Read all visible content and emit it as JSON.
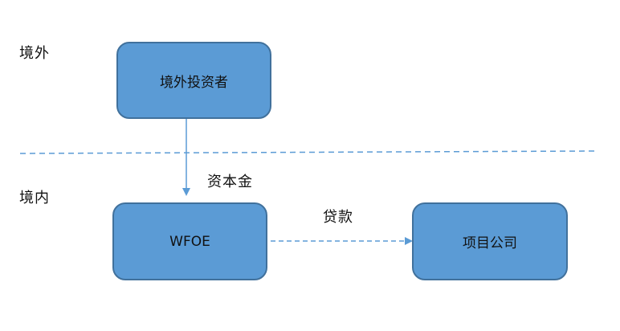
{
  "regions": {
    "offshore_label": "境外",
    "onshore_label": "境内"
  },
  "nodes": {
    "foreign_investor": "境外投资者",
    "wfoe": "WFOE",
    "project_company": "项目公司"
  },
  "flows": {
    "capital": "资本金",
    "loan": "贷款"
  },
  "colors": {
    "box_fill": "#5b9bd5",
    "box_border": "#41719c",
    "arrow": "#5b9bd5"
  }
}
